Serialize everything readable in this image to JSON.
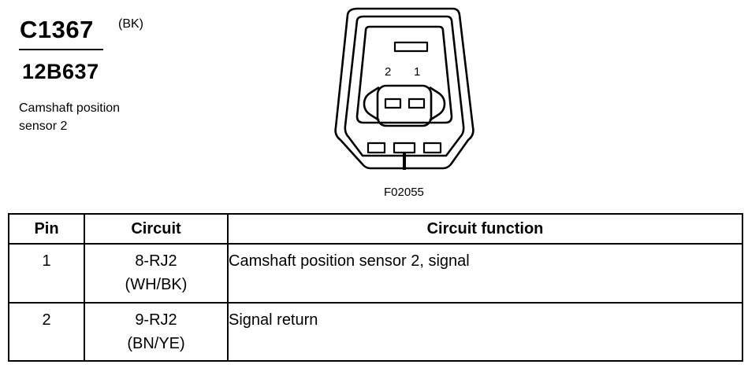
{
  "connector": {
    "code": "C1367",
    "color": "(BK)",
    "part_number": "12B637",
    "description_line1": "Camshaft position",
    "description_line2": "sensor 2"
  },
  "diagram": {
    "pin_labels": [
      "2",
      "1"
    ],
    "figure_id": "F02055"
  },
  "table": {
    "headers": {
      "pin": "Pin",
      "circuit": "Circuit",
      "function": "Circuit function"
    },
    "rows": [
      {
        "pin": "1",
        "circuit": "8-RJ2",
        "wire_color": "(WH/BK)",
        "function": "Camshaft position sensor 2, signal"
      },
      {
        "pin": "2",
        "circuit": "9-RJ2",
        "wire_color": "(BN/YE)",
        "function": "Signal return"
      }
    ]
  }
}
